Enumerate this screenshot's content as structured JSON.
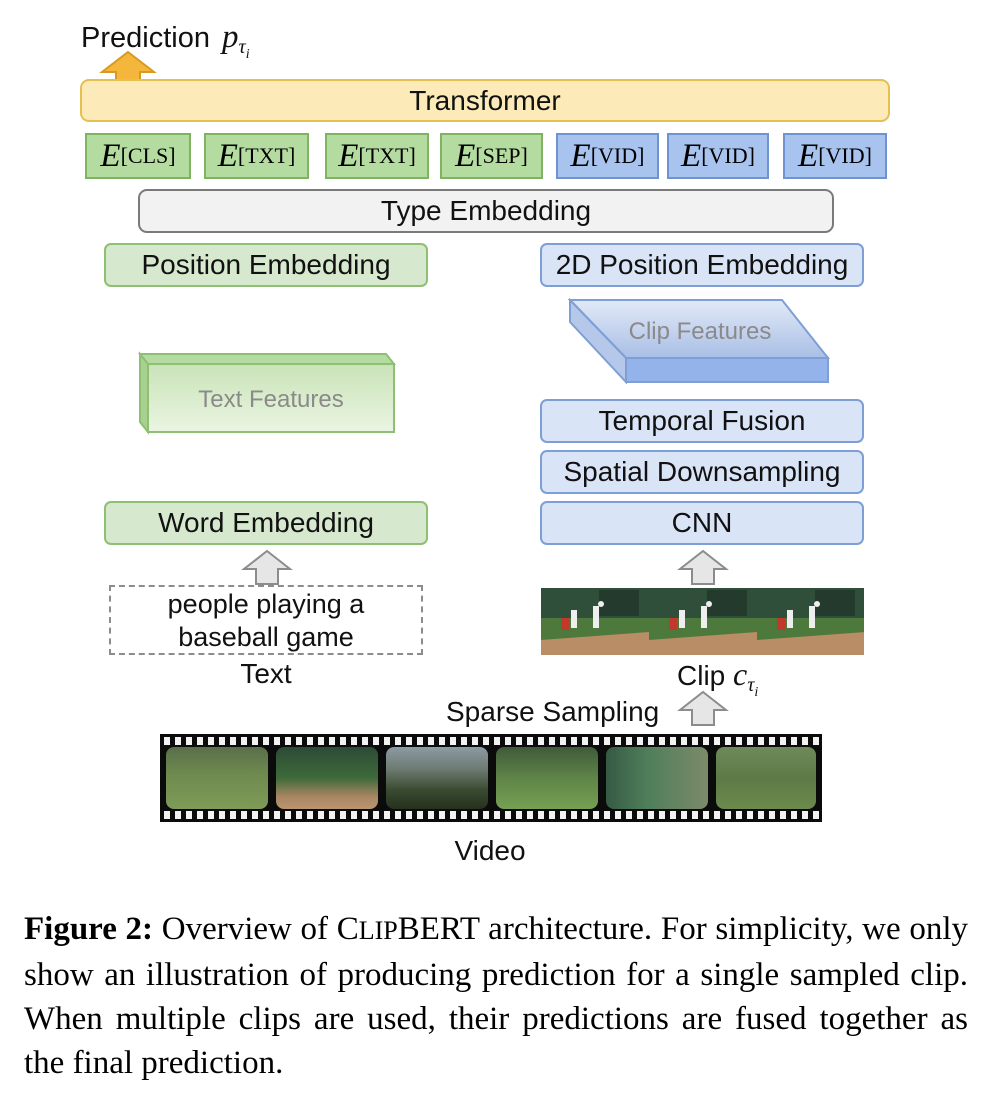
{
  "prediction": {
    "label": "Prediction",
    "symbol": "p",
    "sub": "τ",
    "subsub": "i"
  },
  "transformer": "Transformer",
  "embeddings": [
    {
      "base": "E",
      "sub": "[CLS]",
      "kind": "text"
    },
    {
      "base": "E",
      "sub": "[TXT]",
      "kind": "text"
    },
    {
      "base": "E",
      "sub": "[TXT]",
      "kind": "text"
    },
    {
      "base": "E",
      "sub": "[SEP]",
      "kind": "text"
    },
    {
      "base": "E",
      "sub": "[VID]",
      "kind": "video"
    },
    {
      "base": "E",
      "sub": "[VID]",
      "kind": "video"
    },
    {
      "base": "E",
      "sub": "[VID]",
      "kind": "video"
    }
  ],
  "type_embedding": "Type Embedding",
  "position_embedding": "Position Embedding",
  "position_2d": "2D Position Embedding",
  "clip_features": "Clip Features",
  "text_features": "Text Features",
  "temporal_fusion": "Temporal Fusion",
  "spatial_downsampling": "Spatial Downsampling",
  "cnn": "CNN",
  "word_embedding": "Word Embedding",
  "text_input": {
    "line1": "people playing a",
    "line2": "baseball game"
  },
  "text_label": "Text",
  "clip_label": {
    "word": "Clip",
    "symbol": "c",
    "sub": "τ",
    "subsub": "i"
  },
  "sparse_sampling": "Sparse Sampling",
  "video_label": "Video",
  "caption": {
    "bold": "Figure 2:",
    "part1": " Overview of ",
    "name_c": "C",
    "name_lip": "LIP",
    "name_bert": "BERT",
    "part2": " architecture. For simplicity, we only show an illustration of producing prediction for a single sampled clip. When multiple clips are used, their predictions are fused together as the final prediction."
  },
  "colors": {
    "text_green": "#d6e8cd",
    "video_blue": "#d9e4f7",
    "transformer_orange": "#fcebb8",
    "arrow_orange": "#f5b63c",
    "arrow_gray": "#e4e4e4"
  }
}
